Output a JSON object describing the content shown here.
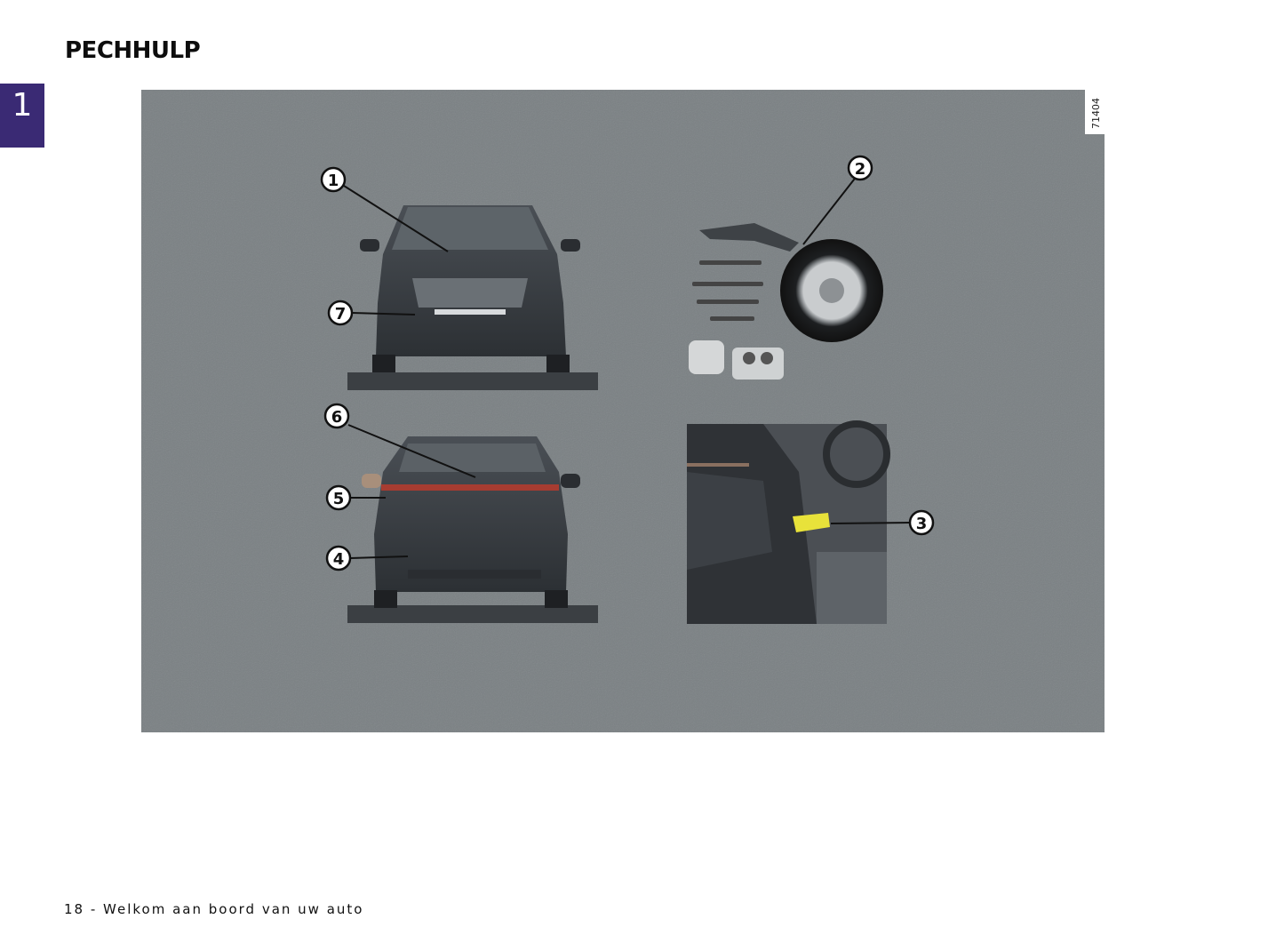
{
  "page": {
    "title": "PECHHULP",
    "chapter_number": "1",
    "footer": "18 - Welkom aan boord van uw auto"
  },
  "figure": {
    "reference_code": "71404",
    "callouts": [
      "1",
      "2",
      "3",
      "4",
      "5",
      "6",
      "7"
    ]
  },
  "colors": {
    "chapter_tab": "#3a2a74",
    "figure_background": "#7b8184",
    "highlight": "#e8e23a"
  }
}
